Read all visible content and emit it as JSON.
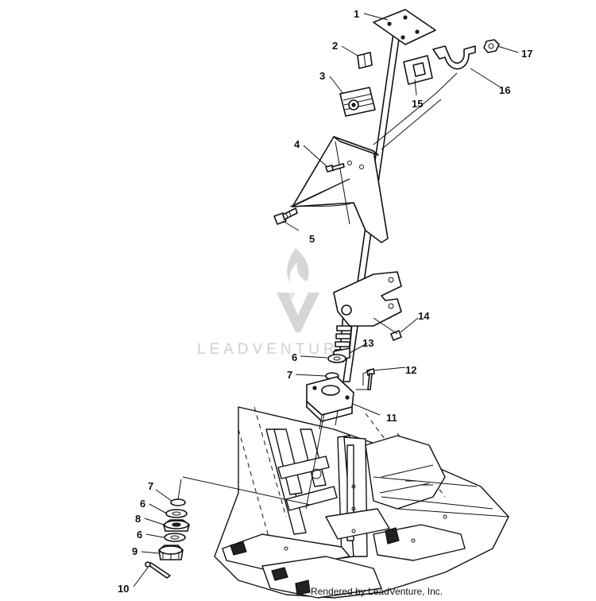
{
  "watermark": {
    "text": "LEADVENTURE"
  },
  "credit": "Rendered by LeadVenture, Inc.",
  "callouts": [
    {
      "id": "c1",
      "label": "1"
    },
    {
      "id": "c2",
      "label": "2"
    },
    {
      "id": "c3",
      "label": "3"
    },
    {
      "id": "c4",
      "label": "4"
    },
    {
      "id": "c5",
      "label": "5"
    },
    {
      "id": "c6a",
      "label": "6"
    },
    {
      "id": "c7a",
      "label": "7"
    },
    {
      "id": "c11",
      "label": "11"
    },
    {
      "id": "c12",
      "label": "12"
    },
    {
      "id": "c13",
      "label": "13"
    },
    {
      "id": "c14",
      "label": "14"
    },
    {
      "id": "c15",
      "label": "15"
    },
    {
      "id": "c16",
      "label": "16"
    },
    {
      "id": "c17",
      "label": "17"
    },
    {
      "id": "c7b",
      "label": "7"
    },
    {
      "id": "c6b",
      "label": "6"
    },
    {
      "id": "c8",
      "label": "8"
    },
    {
      "id": "c6c",
      "label": "6"
    },
    {
      "id": "c9",
      "label": "9"
    },
    {
      "id": "c10",
      "label": "10"
    }
  ]
}
